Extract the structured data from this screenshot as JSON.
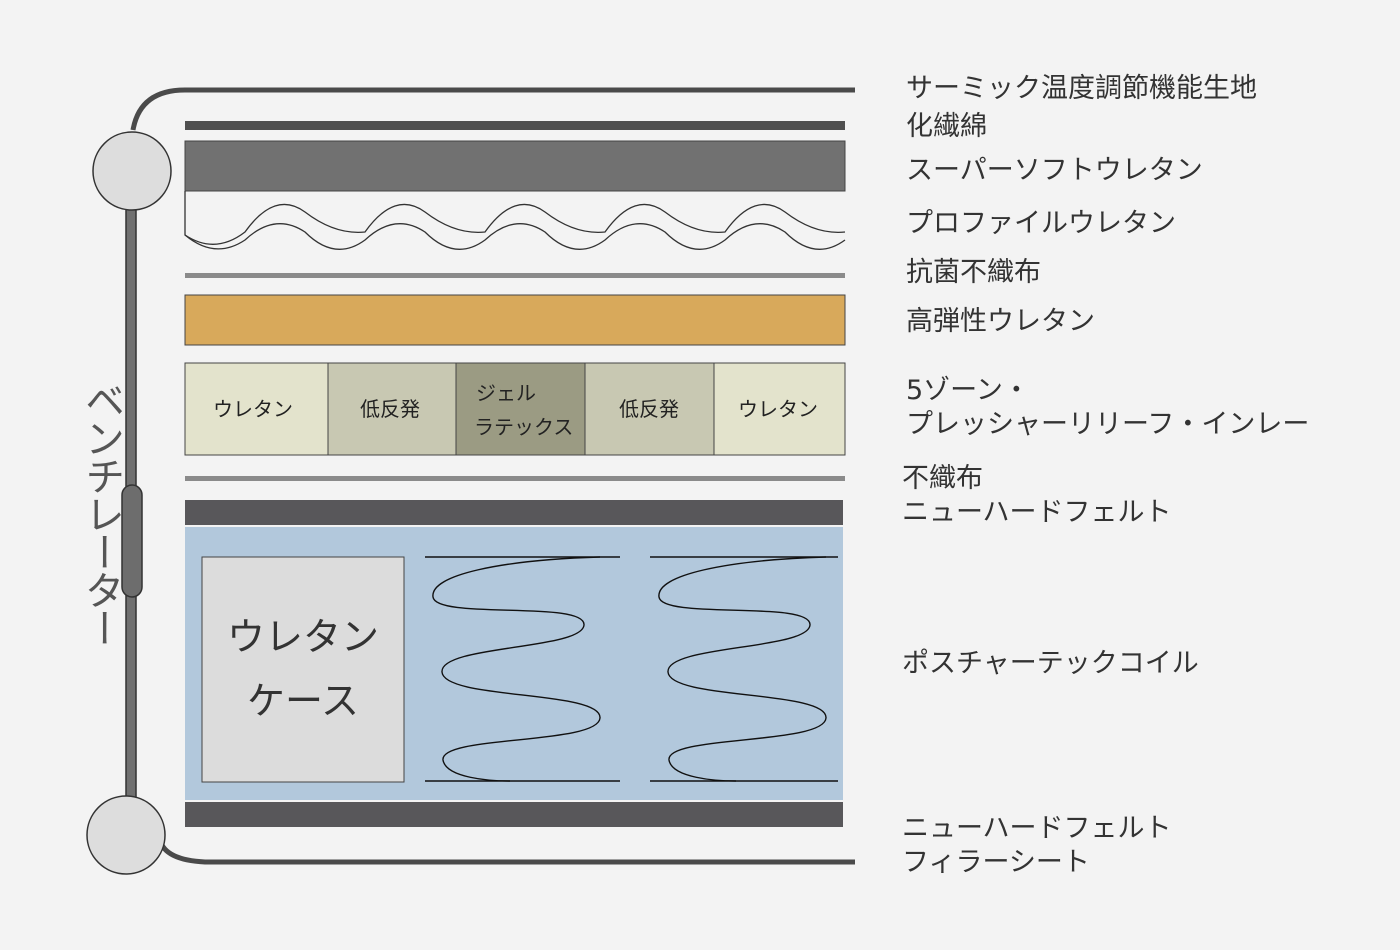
{
  "ventilator": {
    "label": "ベンチレーター"
  },
  "layers": {
    "thermic": "サーミック温度調節機能生地",
    "cotton": "化繊綿",
    "super_soft": "スーパーソフトウレタン",
    "profile": "プロファイルウレタン",
    "antibacterial": "抗菌不織布",
    "high_resilience": "高弾性ウレタン",
    "zone_line1": "5ゾーン・",
    "zone_line2": "プレッシャーリリーフ・インレー",
    "nonwoven": "不織布",
    "felt_top": "ニューハードフェルト",
    "coil": "ポスチャーテックコイル",
    "felt_bottom": "ニューハードフェルト",
    "filler": "フィラーシート"
  },
  "zones": {
    "z1": "ウレタン",
    "z2": "低反発",
    "z3_line1": "ジェル",
    "z3_line2": "ラテックス",
    "z4": "低反発",
    "z5": "ウレタン"
  },
  "case": {
    "line1": "ウレタン",
    "line2": "ケース"
  },
  "colors": {
    "background": "#f3f3f3",
    "dark_band": "#717171",
    "felt": "#58575a",
    "high_resilience": "#d8a95b",
    "coil_area": "#b2c8dc",
    "zone_urethane": "#e3e3cc",
    "zone_memory": "#c8c8b2",
    "zone_gel": "#9b9b83",
    "case": "#dcdcdc"
  }
}
